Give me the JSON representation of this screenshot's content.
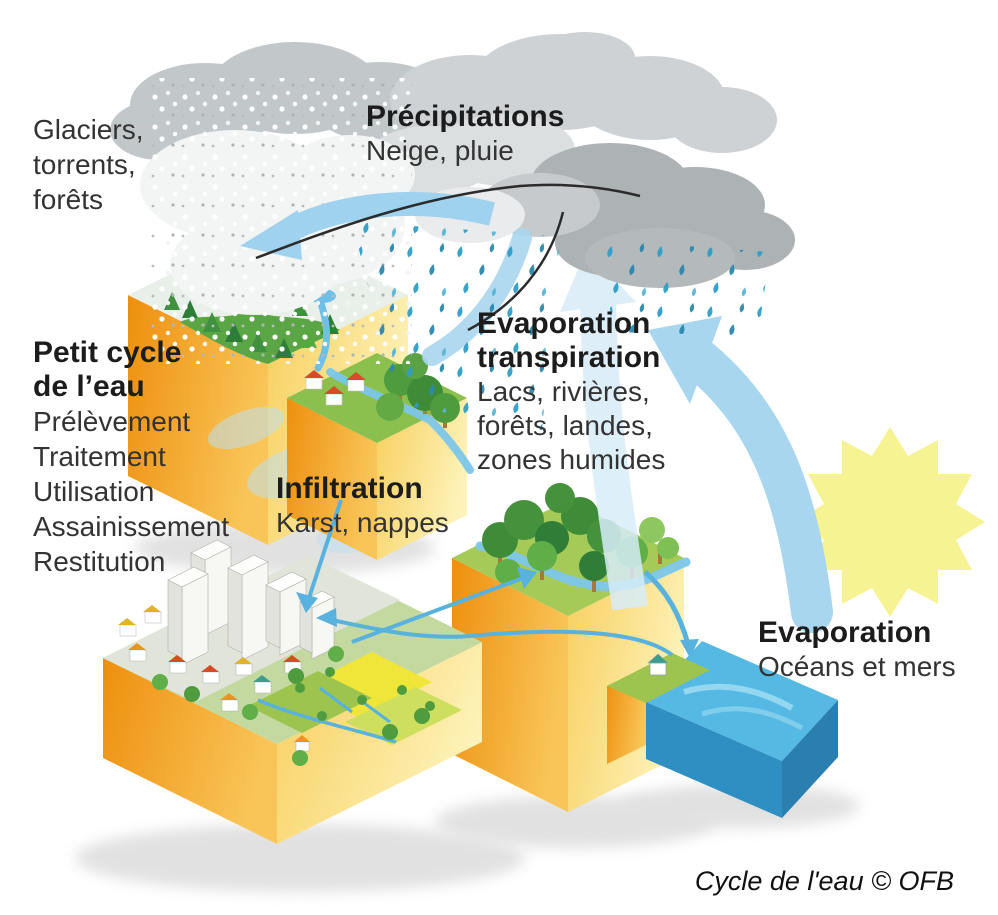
{
  "diagram": {
    "credit": "Cycle de l'eau © OFB",
    "labels": {
      "glaciers": {
        "line1": "Glaciers,",
        "line2": "torrents,",
        "line3": "forêts"
      },
      "precipitations": {
        "title": "Précipitations",
        "subtitle": "Neige, pluie"
      },
      "evaporation_transpiration": {
        "title1": "Evaporation",
        "title2": "transpiration",
        "sub1": "Lacs, rivières,",
        "sub2": "forêts, landes,",
        "sub3": "zones humides"
      },
      "petit_cycle": {
        "title1": "Petit cycle",
        "title2": "de l’eau",
        "steps": [
          "Prélèvement",
          "Traitement",
          "Utilisation",
          "Assainissement",
          "Restitution"
        ]
      },
      "infiltration": {
        "title": "Infiltration",
        "subtitle": "Karst, nappes"
      },
      "evaporation_oceans": {
        "title": "Evaporation",
        "subtitle": "Océans et mers"
      }
    },
    "colors": {
      "block_orange": "#f29a16",
      "block_yellow": "#fbe27a",
      "vegetation_green": "#7db844",
      "water_blue": "#55b9e4",
      "arrow_blue": "#a8d6ef",
      "cloud_grey": "#c4c8cb",
      "sun_yellow": "#f5f28c",
      "rain_blue": "#2f9ec8",
      "text_dark": "#222222"
    }
  }
}
